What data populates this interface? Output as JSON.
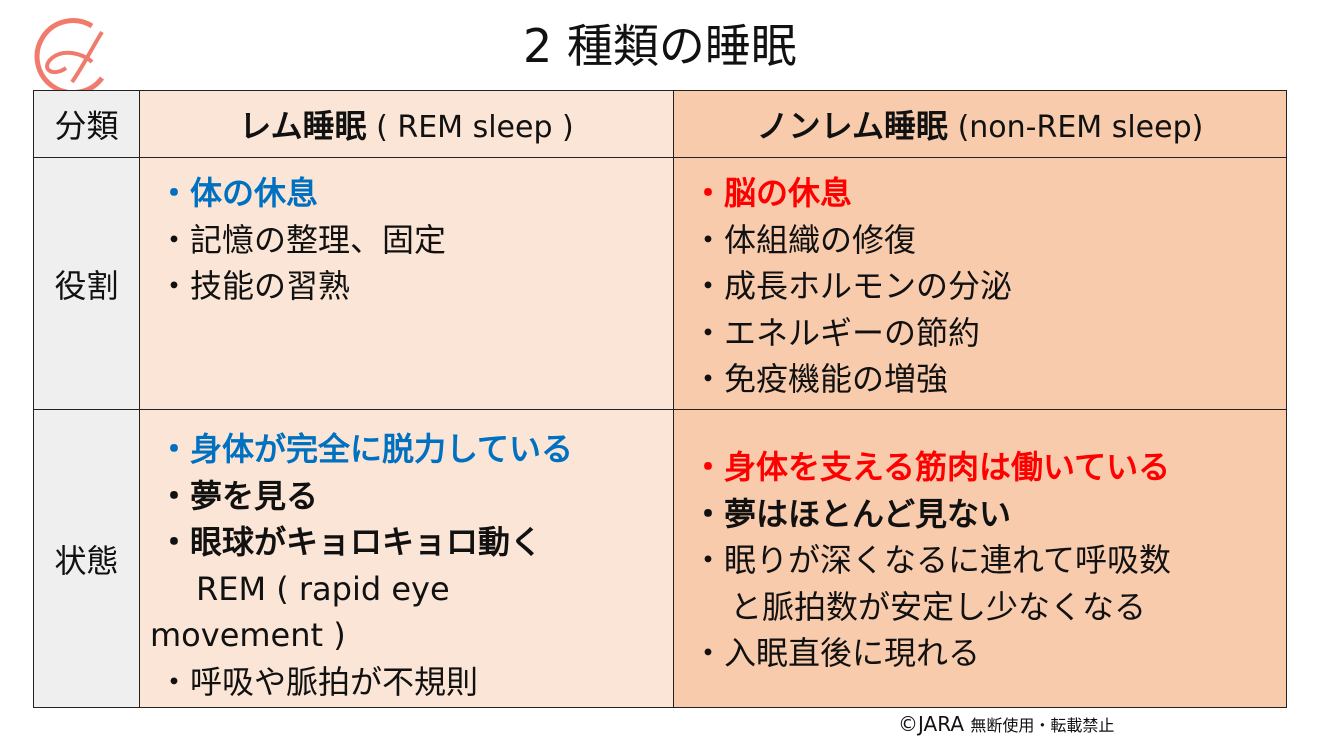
{
  "title": "2 種類の睡眠",
  "logo_text": "A",
  "header": {
    "category": "分類",
    "rem_bold": "レム睡眠",
    "rem_en": " ( REM sleep )",
    "nrem_bold": "ノンレム睡眠",
    "nrem_en": " (non-REM sleep)"
  },
  "rows": [
    {
      "label": "役割",
      "rem": [
        "・体の休息",
        "・記憶の整理、固定",
        "・技能の習熟"
      ],
      "nrem": [
        "・脳の休息",
        "・体組織の修復",
        "・成長ホルモンの分泌",
        "・エネルギーの節約",
        "・免疫機能の増強"
      ]
    },
    {
      "label": "状態",
      "rem": [
        "・身体が完全に脱力している",
        "・夢を見る",
        "・眼球がキョロキョロ動く",
        "REM ( rapid eye",
        "movement )",
        "・呼吸や脈拍が不規則"
      ],
      "nrem": [
        "・身体を支える筋肉は働いている",
        "・夢はほとんど見ない",
        "・眠りが深くなるに連れて呼吸数",
        "と脈拍数が安定し少なくなる",
        "・入眠直後に現れる"
      ]
    }
  ],
  "footer": {
    "copyright": "©JARA",
    "notice": "無断使用・転載禁止"
  },
  "colors": {
    "blue": "#0070c0",
    "red": "#ff0000",
    "rem_bg": "#fbe5d6",
    "nrem_bg": "#f8cbad",
    "label_bg": "#efefef",
    "logo": "#f07b6c"
  }
}
